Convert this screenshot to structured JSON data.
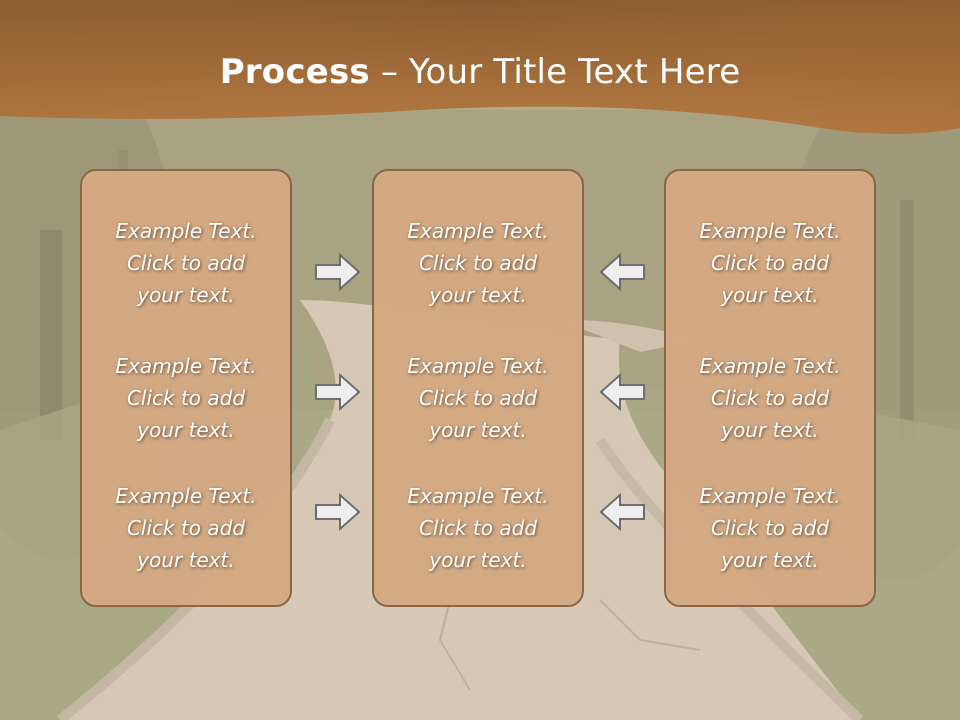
{
  "title": {
    "bold": "Process",
    "rest": " – Your Title Text Here"
  },
  "panels": [
    {
      "items": [
        "Example Text.\nClick  to add\nyour text.",
        "Example Text.\nClick  to add\nyour text.",
        "Example Text.\nClick  to add\nyour text."
      ]
    },
    {
      "items": [
        "Example Text.\nClick  to add\nyour text.",
        "Example Text.\nClick  to add\nyour text.",
        "Example Text.\nClick  to add\nyour text."
      ]
    },
    {
      "items": [
        "Example Text.\nClick  to add\nyour text.",
        "Example Text.\nClick  to add\nyour text.",
        "Example Text.\nClick  to add\nyour text."
      ]
    }
  ],
  "arrows": {
    "left_column": "right-arrow-icon",
    "right_column": "left-arrow-icon"
  },
  "colors": {
    "header_band": "#a7703c",
    "panel_fill": "#d4aa84",
    "panel_border": "#8a6446",
    "text": "#ffffff"
  }
}
